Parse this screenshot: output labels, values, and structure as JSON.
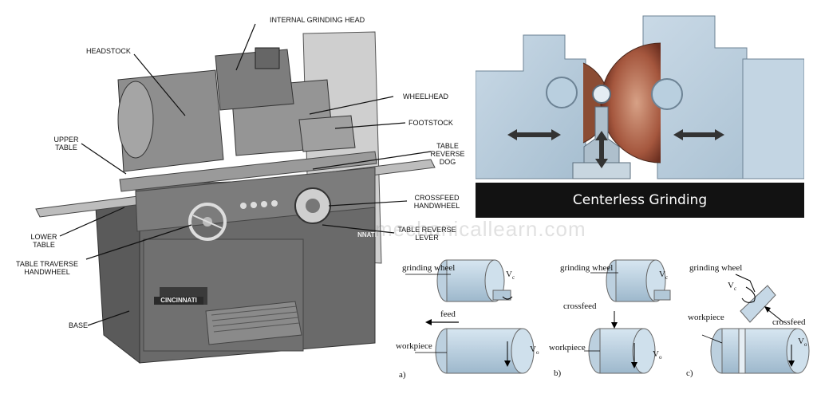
{
  "machine": {
    "labels": {
      "internal_grinding_head": "INTERNAL GRINDING HEAD",
      "headstock": "HEADSTOCK",
      "wheelhead": "WHEELHEAD",
      "footstock": "FOOTSTOCK",
      "upper_table": "UPPER\nTABLE",
      "table_reverse_dog": "TABLE\nREVERSE\nDOG",
      "crossfeed_handwheel": "CROSSFEED\nHANDWHEEL",
      "lower_table": "LOWER\nTABLE",
      "table_reverse_lever": "TABLE REVERSE\nLEVER",
      "table_traverse_handwheel": "TABLE TRAVERSE\nHANDWHEEL",
      "base": "BASE",
      "brand_plate": "CINCINNATI",
      "side_plate": "NNATI"
    }
  },
  "centerless": {
    "caption": "Centerless Grinding"
  },
  "watermark": "mechanicallearn.com",
  "schematics": [
    {
      "grinding_wheel": "grinding wheel",
      "vc": "V",
      "vc_sub": "c",
      "action": "feed",
      "workpiece": "workpiece",
      "vo": "V",
      "vo_sub": "o",
      "tag": "a)"
    },
    {
      "grinding_wheel": "grinding wheel",
      "vc": "V",
      "vc_sub": "c",
      "action": "crossfeed",
      "workpiece": "workpiece",
      "vo": "V",
      "vo_sub": "o",
      "tag": "b)"
    },
    {
      "grinding_wheel": "grinding wheel",
      "vc": "V",
      "vc_sub": "c",
      "action": "crossfeed",
      "workpiece": "workpiece",
      "vo": "V",
      "vo_sub": "o",
      "tag": "c)"
    }
  ]
}
